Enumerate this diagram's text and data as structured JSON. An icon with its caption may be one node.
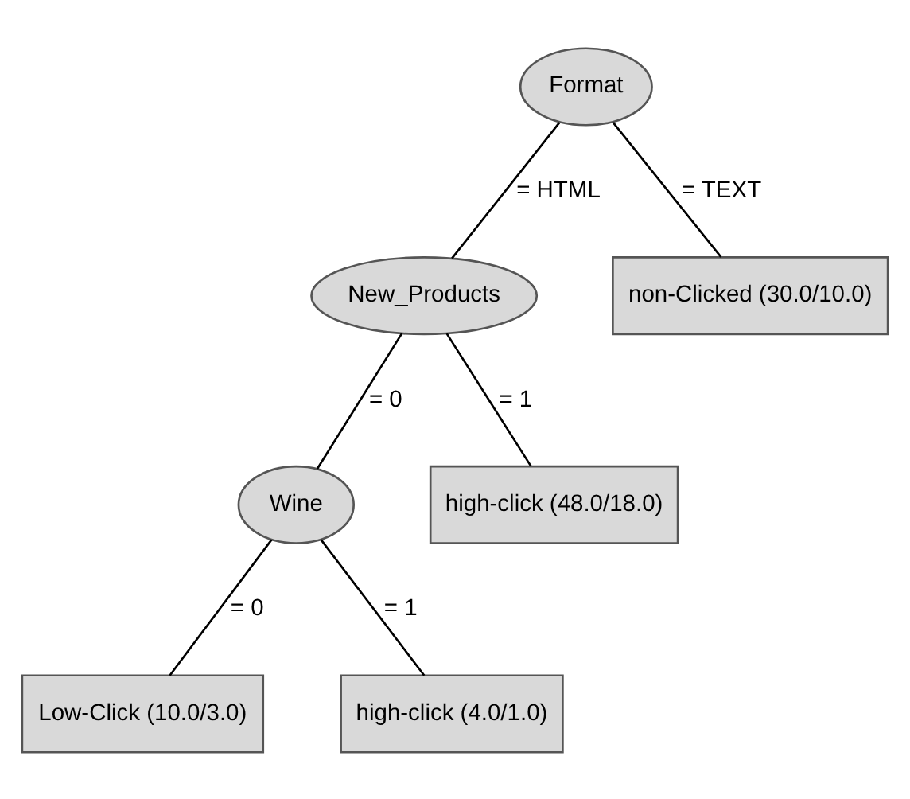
{
  "diagram": {
    "nodes": [
      {
        "text": [
          "Format"
        ]
      },
      {
        "text": [
          "New_Products"
        ]
      },
      {
        "text": [
          "non-Clicked (30.0/10.0)"
        ]
      },
      {
        "text": [
          "Wine"
        ]
      },
      {
        "text": [
          "high-click (48.0/18.0)"
        ]
      },
      {
        "text": [
          "Low-Click (10.0/3.0)"
        ]
      },
      {
        "text": [
          "high-click (4.0/1.0)"
        ]
      }
    ],
    "edges": [
      {
        "from": 0,
        "to": 1,
        "arrow": "none",
        "label": "= HTML"
      },
      {
        "from": 0,
        "to": 2,
        "arrow": "none",
        "label": "= TEXT"
      },
      {
        "from": 1,
        "to": 3,
        "arrow": "none",
        "label": "= 0"
      },
      {
        "from": 1,
        "to": 4,
        "arrow": "none",
        "label": "= 1"
      },
      {
        "from": 3,
        "to": 5,
        "arrow": "none",
        "label": "= 0"
      },
      {
        "from": 3,
        "to": 6,
        "arrow": "none",
        "label": "= 1"
      }
    ]
  }
}
